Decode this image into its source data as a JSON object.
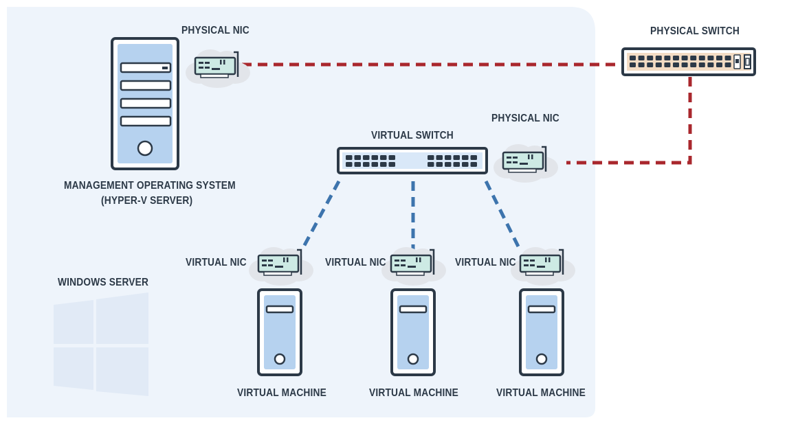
{
  "labels": {
    "physical_nic_top": "PHYSICAL NIC",
    "physical_switch": "PHYSICAL SWITCH",
    "physical_nic_right": "PHYSICAL NIC",
    "virtual_switch": "VIRTUAL SWITCH",
    "management_os_line1": "MANAGEMENT OPERATING SYSTEM",
    "management_os_line2": "(HYPER-V SERVER)",
    "windows_server": "WINDOWS SERVER",
    "virtual_nic_1": "VIRTUAL NIC",
    "virtual_nic_2": "VIRTUAL NIC",
    "virtual_nic_3": "VIRTUAL NIC",
    "virtual_machine_1": "VIRTUAL MACHINE",
    "virtual_machine_2": "VIRTUAL MACHINE",
    "virtual_machine_3": "VIRTUAL MACHINE"
  },
  "colors": {
    "windows_server_area": "#eef4fb",
    "physical_link": "#a9272d",
    "virtual_link": "#3d74ad",
    "outline": "#2c3947",
    "server_fill": "#b6d2ef",
    "nic_board": "#cdeae4",
    "switch_physical_fill": "#f3dcc4",
    "switch_virtual_fill": "#d9e8f8",
    "cloud": "#e2e5ea"
  },
  "icons": {
    "management_server": "tower-server-icon",
    "nic": "network-card-icon",
    "switch": "network-switch-icon",
    "virtual_machine": "vm-tower-icon",
    "windows_logo": "windows-logo-icon"
  }
}
